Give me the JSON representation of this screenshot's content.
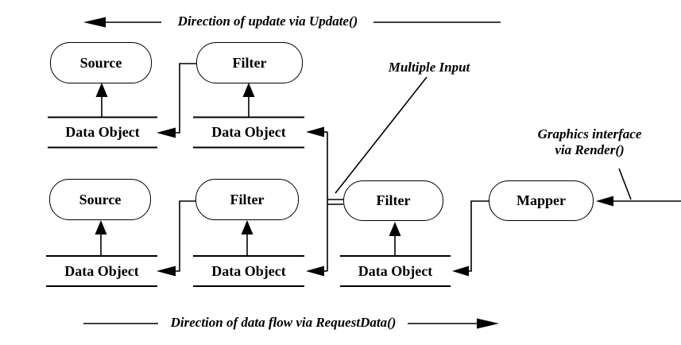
{
  "annotations": {
    "update_direction": "Direction of update via Update()",
    "dataflow_direction": "Direction of data flow via RequestData()",
    "multiple_input": "Multiple Input",
    "graphics_line1": "Graphics interface",
    "graphics_line2": "via Render()"
  },
  "nodes": {
    "source1": {
      "label": "Source"
    },
    "filter1": {
      "label": "Filter"
    },
    "source2": {
      "label": "Source"
    },
    "filter2": {
      "label": "Filter"
    },
    "filter3": {
      "label": "Filter"
    },
    "mapper": {
      "label": "Mapper"
    }
  },
  "data_objects": {
    "do1": {
      "label": "Data Object"
    },
    "do2": {
      "label": "Data Object"
    },
    "do3": {
      "label": "Data Object"
    },
    "do4": {
      "label": "Data Object"
    },
    "do5": {
      "label": "Data Object"
    }
  },
  "colors": {
    "line": "#000000",
    "text": "#000000",
    "background": "#ffffff"
  }
}
